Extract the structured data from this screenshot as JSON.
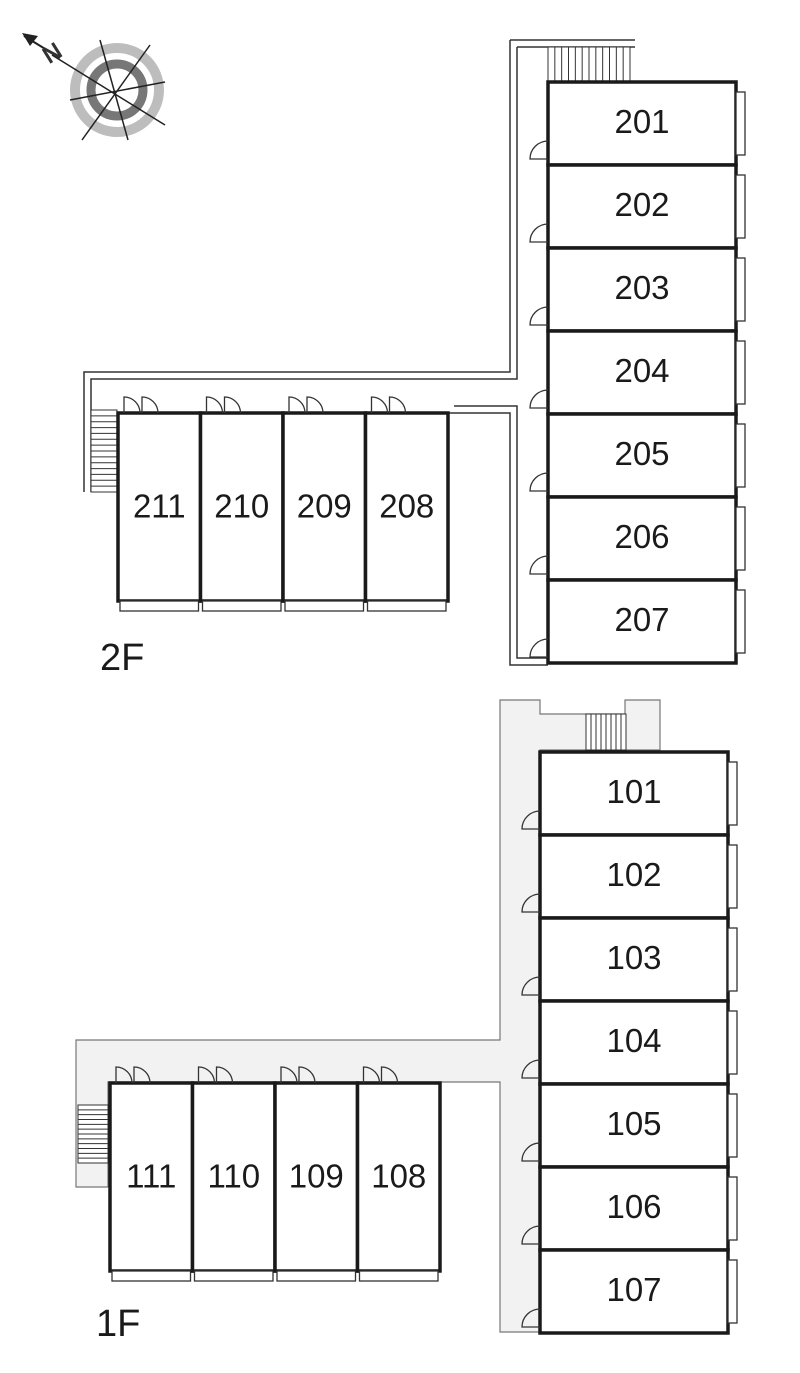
{
  "compass": {
    "letter": "N",
    "icon": "compass-rose-icon"
  },
  "floors": [
    {
      "label": "2F",
      "units_right": [
        "201",
        "202",
        "203",
        "204",
        "205",
        "206",
        "207"
      ],
      "units_left": [
        "211",
        "210",
        "209",
        "208"
      ]
    },
    {
      "label": "1F",
      "units_right": [
        "101",
        "102",
        "103",
        "104",
        "105",
        "106",
        "107"
      ],
      "units_left": [
        "111",
        "110",
        "109",
        "108"
      ]
    }
  ],
  "colors": {
    "wall": "#1a1a1a",
    "corridor": "#f2f2f2",
    "line": "#333333"
  }
}
